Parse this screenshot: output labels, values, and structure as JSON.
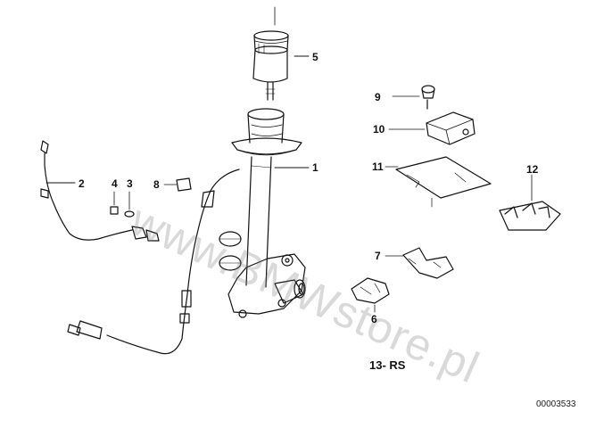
{
  "diagram": {
    "callouts": [
      {
        "id": "1",
        "label": "1"
      },
      {
        "id": "2",
        "label": "2"
      },
      {
        "id": "3",
        "label": "3"
      },
      {
        "id": "4",
        "label": "4"
      },
      {
        "id": "5",
        "label": "5"
      },
      {
        "id": "6",
        "label": "6"
      },
      {
        "id": "7",
        "label": "7"
      },
      {
        "id": "8",
        "label": "8"
      },
      {
        "id": "9",
        "label": "9"
      },
      {
        "id": "10",
        "label": "10"
      },
      {
        "id": "11",
        "label": "11"
      },
      {
        "id": "12",
        "label": "12"
      }
    ],
    "group_label": "13- RS",
    "document_number": "00003533",
    "watermark": "www.BMWstore.pl"
  }
}
